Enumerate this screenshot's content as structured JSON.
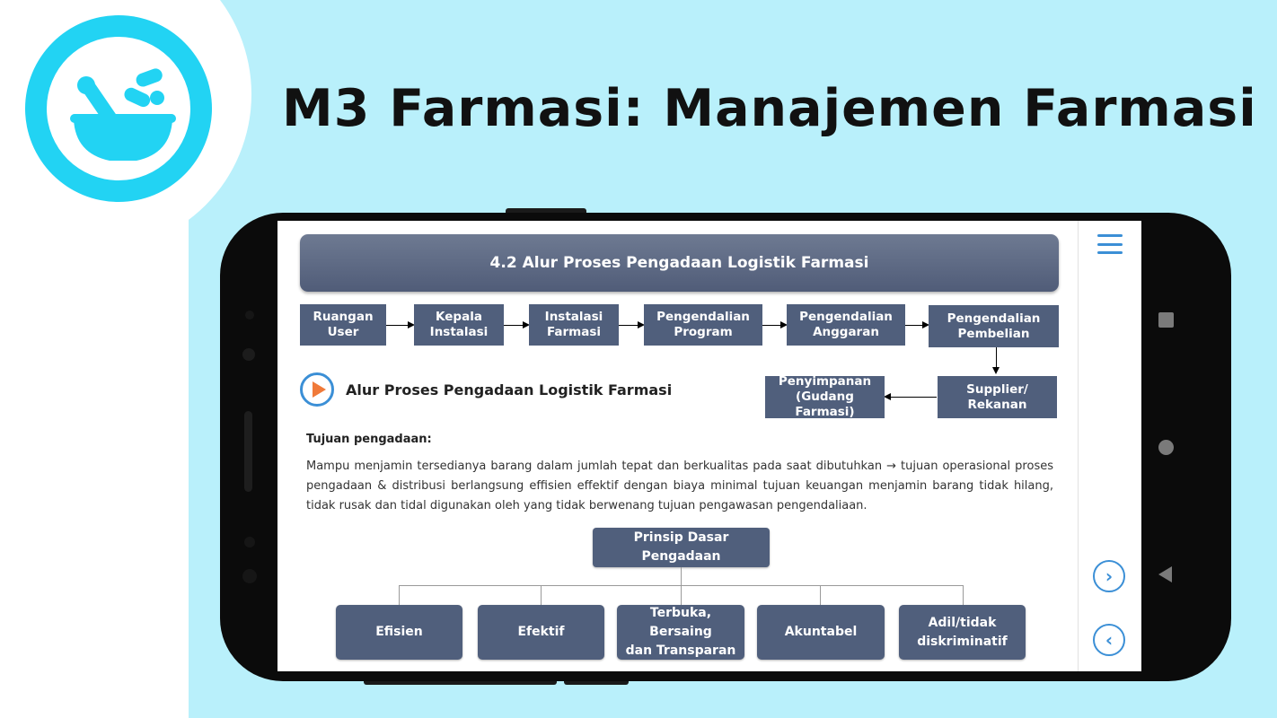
{
  "headline": "M3 Farmasi: Manajemen Farmasi",
  "icons": {
    "logo": "mortar-pestle-pills-icon",
    "menu": "hamburger-menu-icon",
    "next": "chevron-right-icon",
    "prev": "chevron-left-icon",
    "play": "play-icon"
  },
  "colors": {
    "background": "#b9f0fb",
    "logo": "#22d3f3",
    "box": "#505f7c",
    "accent": "#3b8fd6",
    "play": "#f07a3a"
  },
  "content": {
    "section_title": "4.2 Alur Proses Pengadaan Logistik Farmasi",
    "flow": [
      "Ruangan\nUser",
      "Kepala\nInstalasi",
      "Instalasi\nFarmasi",
      "Pengendalian\nProgram",
      "Pengendalian\nAnggaran",
      "Pengendalian\nPembelian"
    ],
    "flow_return": [
      "Supplier/\nRekanan",
      "Penyimpanan\n(Gudang Farmasi)"
    ],
    "video_label": "Alur Proses Pengadaan Logistik Farmasi",
    "tujuan_heading": "Tujuan pengadaan:",
    "tujuan_text": "Mampu menjamin tersedianya barang dalam jumlah tepat dan berkualitas pada saat dibutuhkan → tujuan operasional proses pengadaan & distribusi berlangsung effisien effektif dengan biaya minimal tujuan keuangan menjamin barang tidak hilang, tidak rusak dan tidal digunakan oleh yang tidak berwenang tujuan pengawasan pengendaliaan.",
    "prinsip_root": "Prinsip Dasar Pengadaan",
    "prinsip": [
      "Efisien",
      "Efektif",
      "Terbuka, Bersaing\ndan Transparan",
      "Akuntabel",
      "Adil/tidak\ndiskriminatif"
    ]
  },
  "nav": {
    "next_symbol": "›",
    "prev_symbol": "‹"
  }
}
